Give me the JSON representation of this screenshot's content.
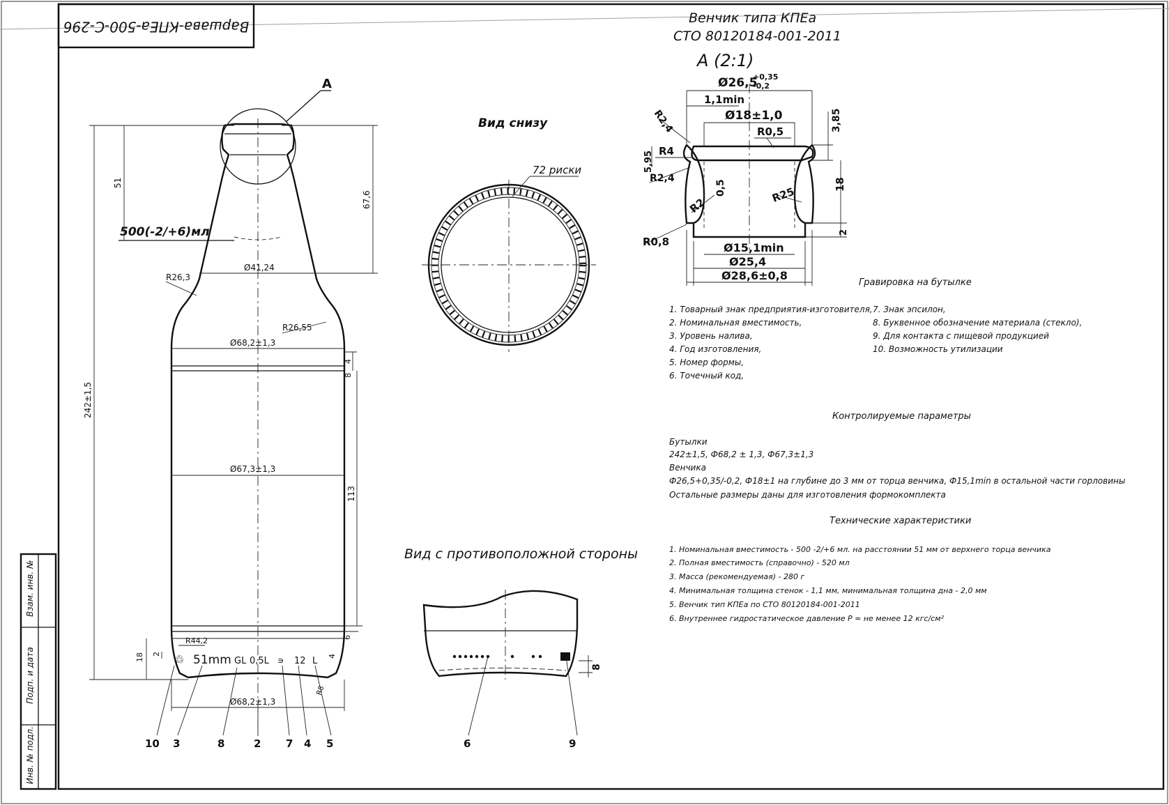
{
  "stamp": {
    "designation": "Варшава-КПЕа-500-С-296"
  },
  "side_stamp": {
    "col1": "Инв. № подл.",
    "col2": "Подп. и дата",
    "col3": "Взам. инв. №"
  },
  "bottle": {
    "volume": "500(-2/+6)мл",
    "detail_marker": "A",
    "dims": {
      "d_shoulder": "Ø41,24",
      "r_shoulder": "R26,3",
      "r_lower": "R26,55",
      "d_body_top": "Ø68,2±1,3",
      "d_body_mid": "Ø67,3±1,3",
      "d_bottom": "Ø68,2±1,3",
      "r_bottom": "R44,2",
      "h_total": "242±1,5",
      "h_fill": "51",
      "h_neck": "67,6",
      "h_label": "113",
      "h_18": "18",
      "h_2": "2",
      "h_4": "4",
      "h_8": "8",
      "h_6": "6",
      "h_4b": "4",
      "r_8": "R8"
    },
    "engraving_text": [
      "51mm",
      "GL",
      "0,5L",
      "∍",
      "12",
      "L"
    ],
    "callouts": [
      "10",
      "3",
      "8",
      "2",
      "7",
      "4",
      "5"
    ]
  },
  "bottom_view": {
    "title": "Вид снизу",
    "label": "72 риски"
  },
  "opposite_view": {
    "title": "Вид с противоположной стороны",
    "dim": "8",
    "callouts": [
      "6",
      "9"
    ]
  },
  "finish": {
    "title_line1": "Венчик типа КПЕа",
    "title_line2": "СТО 80120184-001-2011",
    "scale": "А (2:1)",
    "dims": {
      "d_outer": "Ø26,5",
      "d_outer_tol_up": "+0,35",
      "d_outer_tol_dn": "-0,2",
      "min_wall": "1,1min",
      "d_bore": "Ø18±1,0",
      "r05": "R0,5",
      "h385": "3,85",
      "r24a": "R2,4",
      "r4": "R4",
      "h595": "5,95",
      "r24b": "R2,4",
      "h05": "0,5",
      "r2": "R2",
      "r25": "R25",
      "h18": "18",
      "h2": "2",
      "r08": "R0,8",
      "d151": "Ø15,1min",
      "d254": "Ø25,4",
      "d286": "Ø28,6±0,8"
    }
  },
  "engraving": {
    "title": "Гравировка на бутылке",
    "col1": [
      "1. Товарный знак предприятия-изготовителя,",
      "2. Номинальная вместимость,",
      "3. Уровень налива,",
      "4. Год изготовления,",
      "5. Номер формы,",
      "6. Точечный код,"
    ],
    "col2": [
      "7. Знак эпсилон,",
      "8. Буквенное обозначение материала (стекло),",
      "9. Для контакта с пищевой продукцией",
      "10. Возможность утилизации"
    ]
  },
  "controlled": {
    "title": "Контролируемые параметры",
    "lines": [
      "Бутылки",
      "242±1,5, Ф68,2 ± 1,3, Ф67,3±1,3",
      "Венчика",
      "Ф26,5+0,35/-0,2, Ф18±1 на глубине до 3 мм от торца венчика, Ф15,1min  в остальной части горловины",
      "Остальные размеры даны для изготовления формокомплекта"
    ]
  },
  "tech": {
    "title": "Технические характеристики",
    "lines": [
      "1. Номинальная вместимость - 500 -2/+6 мл. на расстоянии 51 мм от верхнего торца венчика",
      "2. Полная вместимость (справочно) - 520  мл",
      "3. Масса (рекомендуемая) - 280 г",
      "4. Минимальная толщина стенок  - 1,1 мм, минимальная толщина дна  - 2,0 мм",
      "5. Венчик тип КПЕа по СТО 80120184-001-2011",
      "6. Внутреннее гидростатическое давление Р = не менее 12 кгс/см²"
    ]
  }
}
